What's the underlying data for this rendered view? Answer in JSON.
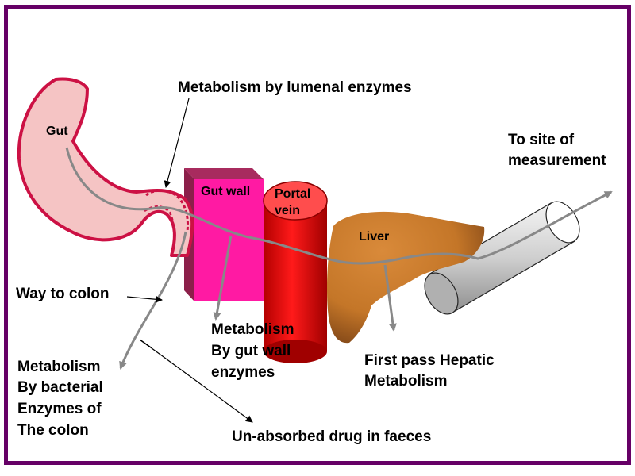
{
  "labels": {
    "lumenal_enzymes": "Metabolism by lumenal enzymes",
    "site_of_measurement_line1": "To site of",
    "site_of_measurement_line2": "measurement",
    "gut": "Gut",
    "gut_wall": "Gut wall",
    "portal_vein_line1": "Portal",
    "portal_vein_line2": "vein",
    "liver": "Liver",
    "way_to_colon": "Way to colon",
    "gut_wall_metabolism_line1": "Metabolism",
    "gut_wall_metabolism_line2": "By gut wall",
    "gut_wall_metabolism_line3": "enzymes",
    "hepatic_line1": "First pass Hepatic",
    "hepatic_line2": "Metabolism",
    "bacterial_line1": "Metabolism",
    "bacterial_line2": "By bacterial",
    "bacterial_line3": "Enzymes of",
    "bacterial_line4": "The colon",
    "faeces": "Un-absorbed drug in faeces"
  },
  "colors": {
    "frame": "#660066",
    "gut_fill": "#f5c4c4",
    "gut_outline": "#cc1144",
    "gut_wall_front": "#ff1aa3",
    "gut_wall_side": "#8c1f4a",
    "portal_vein": "#ee1111",
    "liver": "#c8782a",
    "drug_path": "#888888",
    "measurement_tube": "#d4d4d4"
  }
}
